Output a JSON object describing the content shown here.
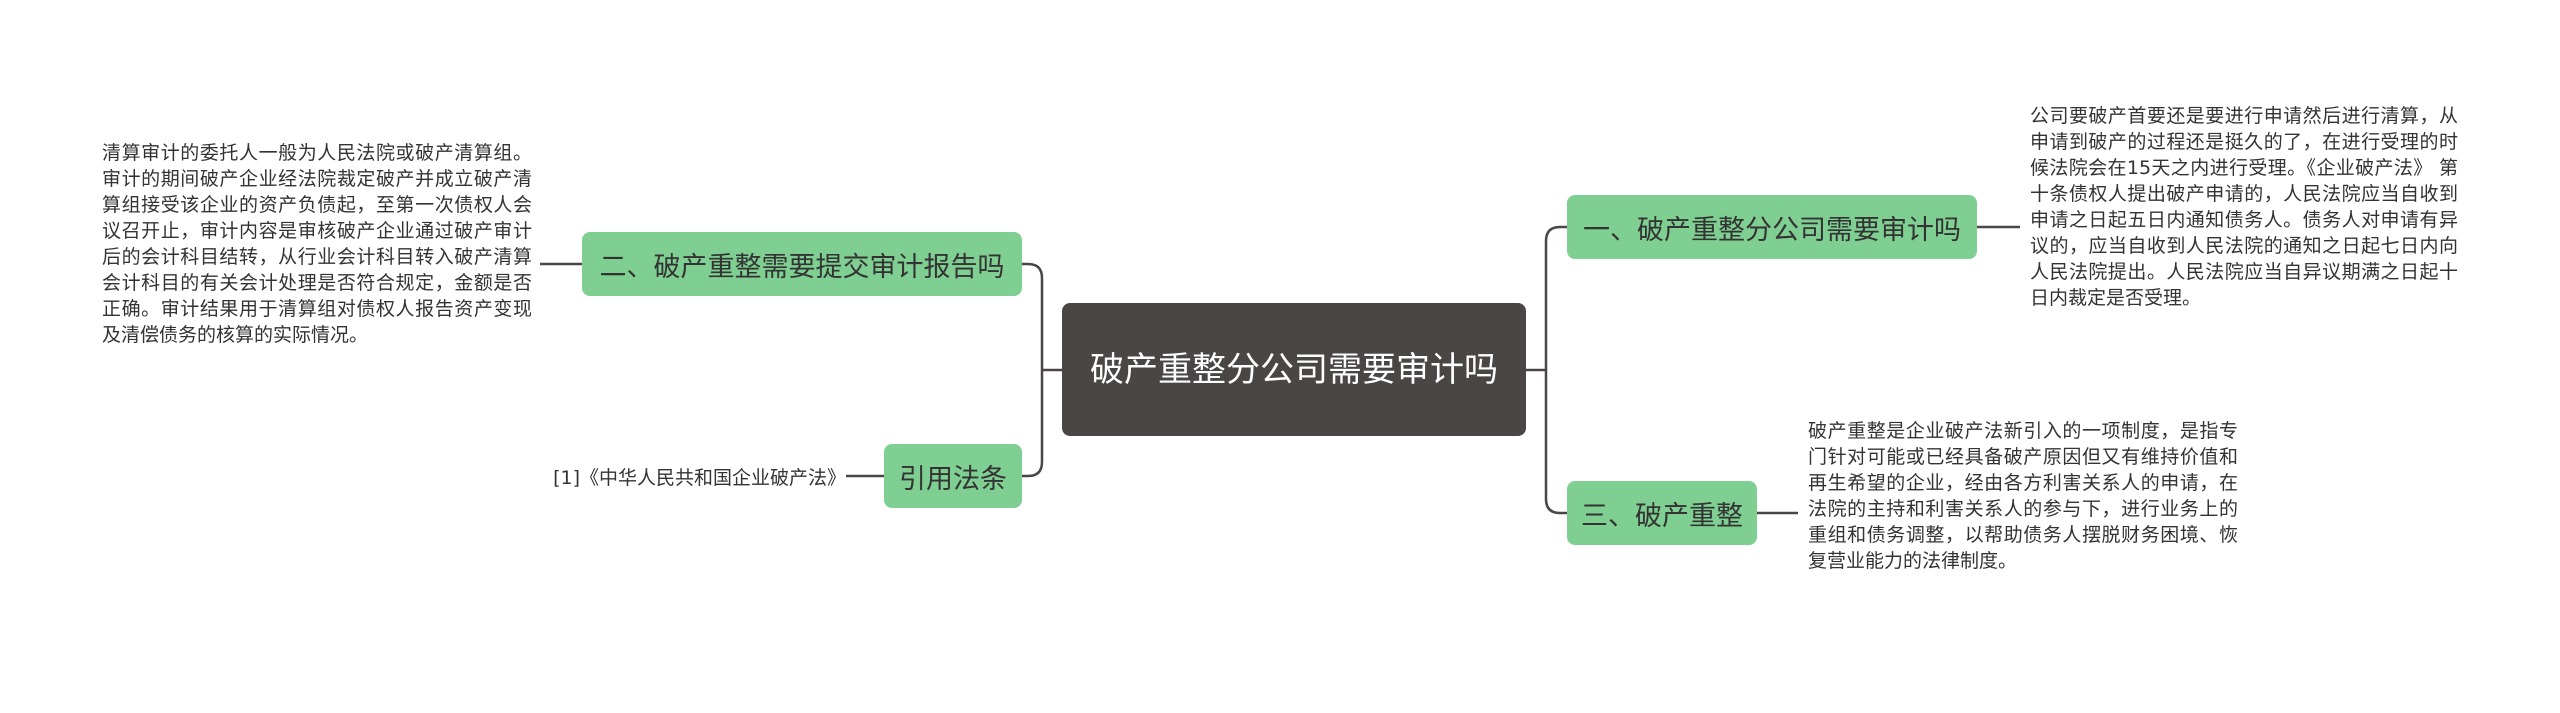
{
  "root": {
    "title": "破产重整分公司需要审计吗"
  },
  "branches": [
    {
      "label": "一、破产重整分公司需要审计吗",
      "detail": "公司要破产首要还是要进行申请然后进行清算，从申请到破产的过程还是挺久的了，在进行受理的时候法院会在15天之内进行受理。《企业破产法》 第十条债权人提出破产申请的，人民法院应当自收到申请之日起五日内通知债务人。债务人对申请有异议的，应当自收到人民法院的通知之日起七日内向人民法院提出。人民法院应当自异议期满之日起十日内裁定是否受理。"
    },
    {
      "label": "三、破产重整",
      "detail": "破产重整是企业破产法新引入的一项制度，是指专门针对可能或已经具备破产原因但又有维持价值和再生希望的企业，经由各方利害关系人的申请，在法院的主持和利害关系人的参与下，进行业务上的重组和债务调整，以帮助债务人摆脱财务困境、恢复营业能力的法律制度。"
    },
    {
      "label": "二、破产重整需要提交审计报告吗",
      "detail": "清算审计的委托人一般为人民法院或破产清算组。审计的期间破产企业经法院裁定破产并成立破产清算组接受该企业的资产负债起，至第一次债权人会议召开止，审计内容是审核破产企业通过破产审计后的会计科目结转，从行业会计科目转入破产清算会计科目的有关会计处理是否符合规定，金额是否正确。审计结果用于清算组对债权人报告资产变现及清偿债务的核算的实际情况。"
    },
    {
      "label": "引用法条",
      "detail": "[1]《中华人民共和国企业破产法》"
    }
  ],
  "colors": {
    "root_bg": "#4a4646",
    "branch_bg": "#7ecf91",
    "line": "#4a4646",
    "text": "#333333"
  }
}
